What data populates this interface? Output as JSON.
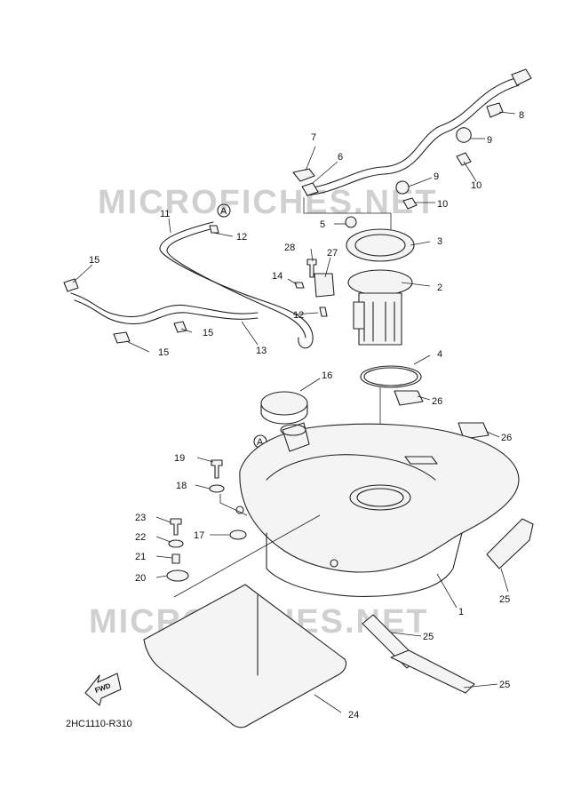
{
  "diagram": {
    "watermark": "MICROFICHES.NET",
    "code": "2HC1110-R310",
    "fwd_label": "FWD",
    "callout_letter": "A",
    "callouts": [
      {
        "id": "p1",
        "text": "1"
      },
      {
        "id": "p2",
        "text": "2"
      },
      {
        "id": "p3",
        "text": "3"
      },
      {
        "id": "p4",
        "text": "4"
      },
      {
        "id": "p5",
        "text": "5"
      },
      {
        "id": "p6",
        "text": "6"
      },
      {
        "id": "p7",
        "text": "7"
      },
      {
        "id": "p8",
        "text": "8"
      },
      {
        "id": "p9a",
        "text": "9"
      },
      {
        "id": "p9b",
        "text": "9"
      },
      {
        "id": "p10a",
        "text": "10"
      },
      {
        "id": "p10b",
        "text": "10"
      },
      {
        "id": "p11",
        "text": "11"
      },
      {
        "id": "p12a",
        "text": "12"
      },
      {
        "id": "p12b",
        "text": "12"
      },
      {
        "id": "p13",
        "text": "13"
      },
      {
        "id": "p14",
        "text": "14"
      },
      {
        "id": "p15a",
        "text": "15"
      },
      {
        "id": "p15b",
        "text": "15"
      },
      {
        "id": "p15c",
        "text": "15"
      },
      {
        "id": "p16",
        "text": "16"
      },
      {
        "id": "p17",
        "text": "17"
      },
      {
        "id": "p18",
        "text": "18"
      },
      {
        "id": "p19",
        "text": "19"
      },
      {
        "id": "p20",
        "text": "20"
      },
      {
        "id": "p21",
        "text": "21"
      },
      {
        "id": "p22",
        "text": "22"
      },
      {
        "id": "p23",
        "text": "23"
      },
      {
        "id": "p24",
        "text": "24"
      },
      {
        "id": "p25a",
        "text": "25"
      },
      {
        "id": "p25b",
        "text": "25"
      },
      {
        "id": "p25c",
        "text": "25"
      },
      {
        "id": "p26a",
        "text": "26"
      },
      {
        "id": "p26b",
        "text": "26"
      },
      {
        "id": "p27",
        "text": "27"
      },
      {
        "id": "p28",
        "text": "28"
      }
    ]
  }
}
